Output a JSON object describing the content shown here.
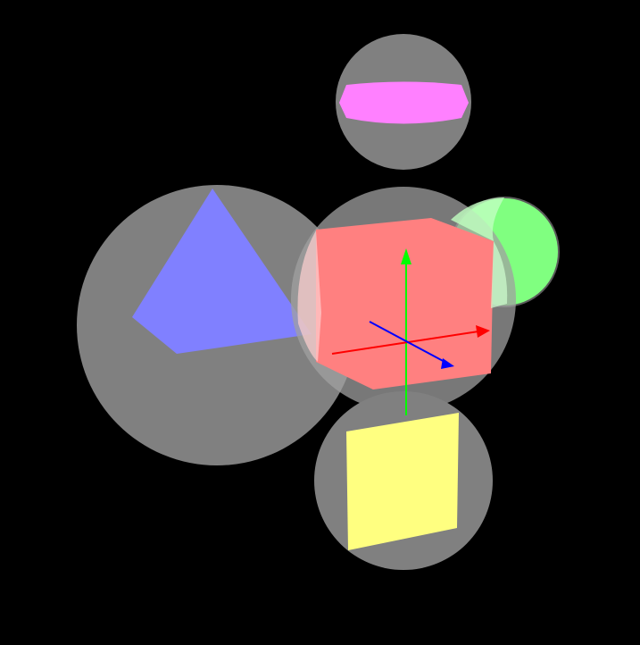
{
  "scene": {
    "background_color": "#000000",
    "bounding_sphere_color": "#808080",
    "bounding_sphere_highlight": "#c8c8c8",
    "objects": [
      {
        "name": "pyramid",
        "shape": "tetrahedron",
        "color": "#8080ff"
      },
      {
        "name": "cube",
        "shape": "cube",
        "color": "#ff8080"
      },
      {
        "name": "disc",
        "shape": "flattened-cylinder",
        "color": "#ff80ff"
      },
      {
        "name": "green-sphere",
        "shape": "sphere",
        "color": "#80ff80"
      },
      {
        "name": "yellow-plane",
        "shape": "square",
        "color": "#ffff80"
      }
    ],
    "axes": [
      {
        "axis": "x",
        "color": "#ff0000"
      },
      {
        "axis": "y",
        "color": "#00ff00"
      },
      {
        "axis": "z",
        "color": "#0000ff"
      }
    ]
  }
}
